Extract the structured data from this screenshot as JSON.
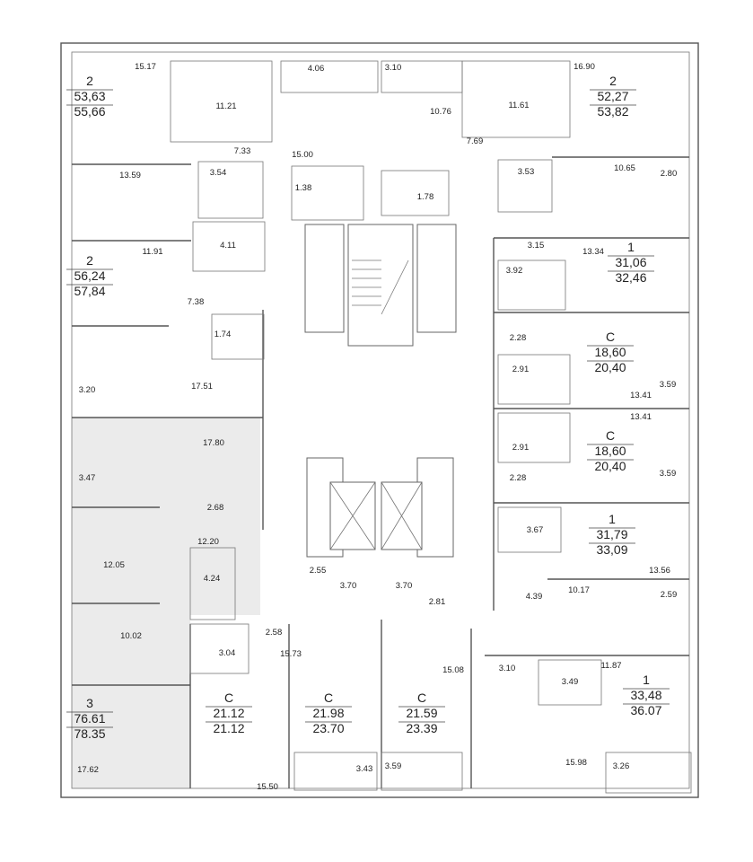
{
  "apartments": [
    {
      "rooms": "2",
      "living_area": "53,63",
      "total_area": "55,66"
    },
    {
      "rooms": "2",
      "living_area": "56,24",
      "total_area": "57,84"
    },
    {
      "rooms": "2",
      "living_area": "52,27",
      "total_area": "53,82"
    },
    {
      "rooms": "1",
      "living_area": "31,06",
      "total_area": "32,46"
    },
    {
      "rooms": "C",
      "living_area": "18,60",
      "total_area": "20,40"
    },
    {
      "rooms": "C",
      "living_area": "18,60",
      "total_area": "20,40"
    },
    {
      "rooms": "1",
      "living_area": "31,79",
      "total_area": "33,09"
    },
    {
      "rooms": "1",
      "living_area": "33,48",
      "total_area": "36.07"
    },
    {
      "rooms": "C",
      "living_area": "21.59",
      "total_area": "23.39"
    },
    {
      "rooms": "C",
      "living_area": "21.98",
      "total_area": "23.70"
    },
    {
      "rooms": "C",
      "living_area": "21.12",
      "total_area": "21.12"
    },
    {
      "rooms": "3",
      "living_area": "76.61",
      "total_area": "78.35"
    }
  ],
  "room_areas": [
    "15.17",
    "11.21",
    "4.06",
    "7.33",
    "15.00",
    "3.54",
    "13.59",
    "1.38",
    "11.91",
    "4.11",
    "7.38",
    "1.74",
    "3.20",
    "17.51",
    "3.10",
    "10.76",
    "11.61",
    "16.90",
    "7.69",
    "3.53",
    "10.65",
    "2.80",
    "1.78",
    "3.15",
    "13.34",
    "3.92",
    "2.28",
    "2.91",
    "13.41",
    "3.59",
    "13.41",
    "2.91",
    "2.28",
    "3.59",
    "3.67",
    "13.56",
    "10.17",
    "2.59",
    "4.39",
    "3.10",
    "11.87",
    "3.49",
    "15.98",
    "3.26",
    "15.08",
    "3.59",
    "2.81",
    "3.70",
    "17.80",
    "3.47",
    "2.68",
    "12.20",
    "12.05",
    "4.24",
    "10.02",
    "3.04",
    "2.58",
    "15.73",
    "2.55",
    "3.70",
    "17.62",
    "15.50",
    "3.43"
  ],
  "highlight_color": "#ebebeb"
}
